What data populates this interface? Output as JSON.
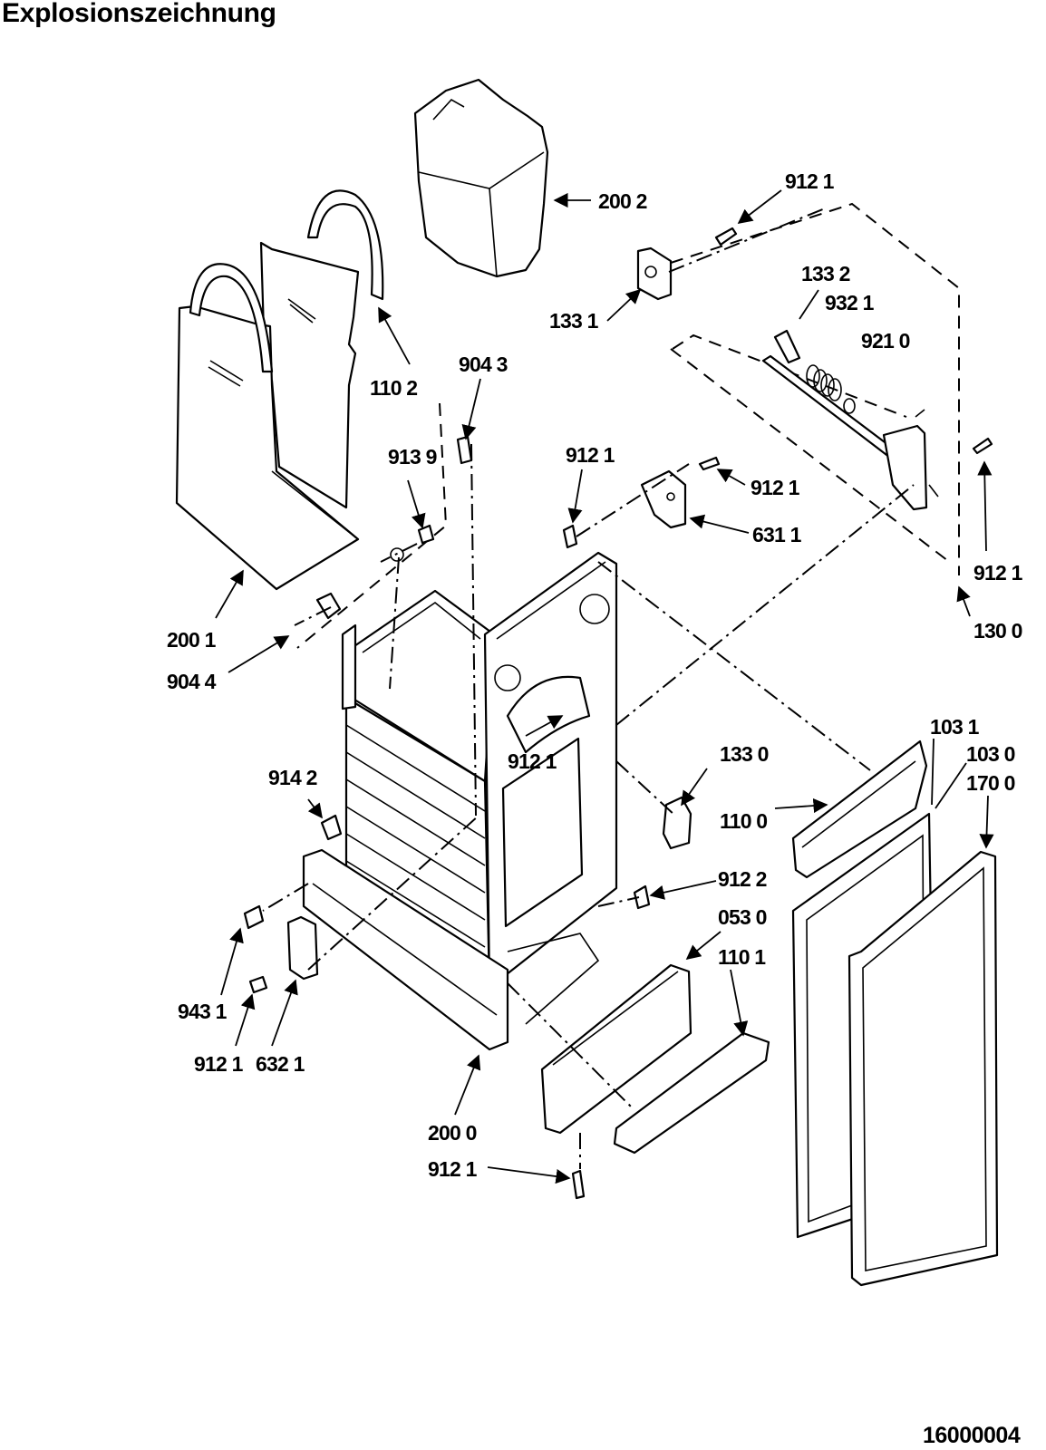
{
  "title": "Explosionszeichnung",
  "document_number": "16000004",
  "callouts": [
    {
      "id": "lbl-200-2",
      "text": "200 2"
    },
    {
      "id": "lbl-912-1-a",
      "text": "912 1"
    },
    {
      "id": "lbl-133-2",
      "text": "133 2"
    },
    {
      "id": "lbl-932-1",
      "text": "932 1"
    },
    {
      "id": "lbl-921-0",
      "text": "921 0"
    },
    {
      "id": "lbl-133-1",
      "text": "133 1"
    },
    {
      "id": "lbl-110-2",
      "text": "110 2"
    },
    {
      "id": "lbl-904-3",
      "text": "904 3"
    },
    {
      "id": "lbl-913-9",
      "text": "913 9"
    },
    {
      "id": "lbl-912-1-b",
      "text": "912 1"
    },
    {
      "id": "lbl-912-1-c",
      "text": "912 1"
    },
    {
      "id": "lbl-631-1",
      "text": "631 1"
    },
    {
      "id": "lbl-912-1-d",
      "text": "912 1"
    },
    {
      "id": "lbl-130-0",
      "text": "130 0"
    },
    {
      "id": "lbl-200-1",
      "text": "200 1"
    },
    {
      "id": "lbl-904-4",
      "text": "904 4"
    },
    {
      "id": "lbl-912-1-e",
      "text": "912 1"
    },
    {
      "id": "lbl-133-0",
      "text": "133 0"
    },
    {
      "id": "lbl-103-1",
      "text": "103 1"
    },
    {
      "id": "lbl-103-0",
      "text": "103 0"
    },
    {
      "id": "lbl-170-0",
      "text": "170 0"
    },
    {
      "id": "lbl-110-0",
      "text": "110 0"
    },
    {
      "id": "lbl-914-2",
      "text": "914 2"
    },
    {
      "id": "lbl-912-2",
      "text": "912 2"
    },
    {
      "id": "lbl-053-0",
      "text": "053 0"
    },
    {
      "id": "lbl-110-1",
      "text": "110 1"
    },
    {
      "id": "lbl-943-1",
      "text": "943 1"
    },
    {
      "id": "lbl-912-1-f",
      "text": "912 1"
    },
    {
      "id": "lbl-632-1",
      "text": "632 1"
    },
    {
      "id": "lbl-200-0",
      "text": "200 0"
    },
    {
      "id": "lbl-912-1-g",
      "text": "912 1"
    }
  ]
}
